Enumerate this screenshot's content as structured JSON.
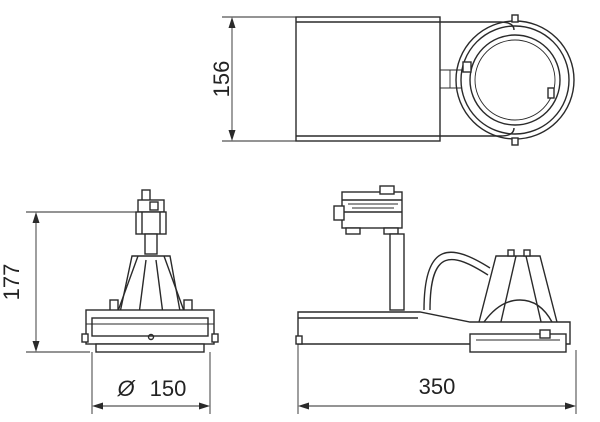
{
  "dimensions": {
    "top_view_height": "156",
    "front_view_height": "177",
    "diameter_symbol": "Ø",
    "diameter_value": "150",
    "side_view_length": "350"
  },
  "colors": {
    "line": "#2a2a2a",
    "background": "#ffffff"
  }
}
